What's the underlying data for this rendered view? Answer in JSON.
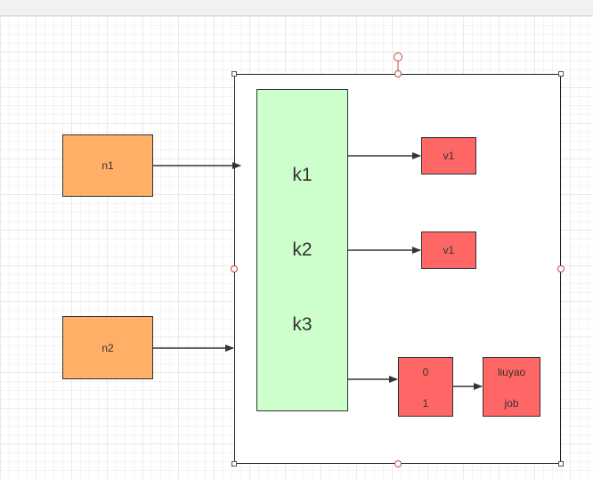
{
  "nodes": {
    "n1": "n1",
    "n2": "n2"
  },
  "keys": [
    "k1",
    "k2",
    "k3"
  ],
  "values": {
    "v1_top": "v1",
    "v1_middle": "v1"
  },
  "list_box": {
    "item_0": "0",
    "item_1": "1"
  },
  "list_values": {
    "item_0": "liuyao",
    "item_1": "job"
  },
  "colors": {
    "node_fill": "#ffb066",
    "keys_fill": "#ccffcc",
    "value_fill": "#ff6666",
    "stroke": "#333333",
    "selection_handle": "#b84a4a"
  }
}
